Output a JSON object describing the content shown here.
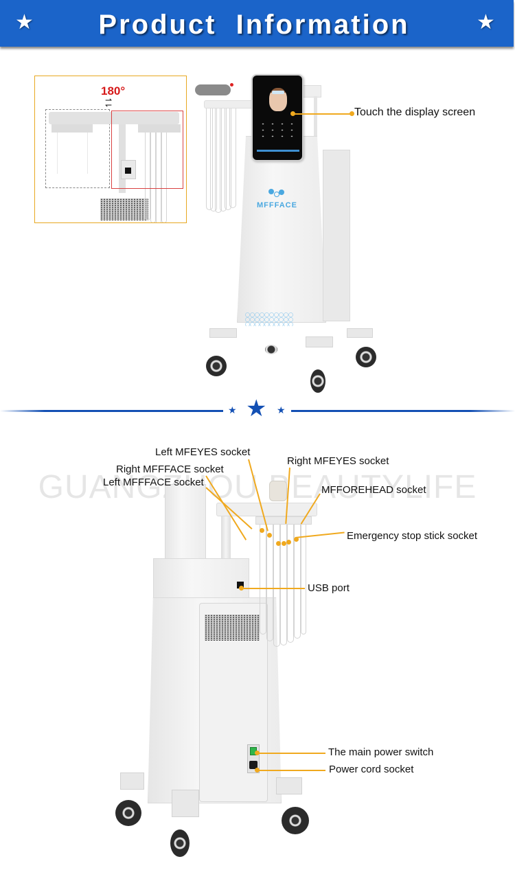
{
  "header": {
    "title": "Product Information",
    "left_icon": "star-icon",
    "right_icon": "star-icon",
    "background_color": "#1b64c9"
  },
  "top_section": {
    "inset": {
      "rotation_label": "180°",
      "rotation_icon": "swap-arrows-icon",
      "border_color": "#e8a820",
      "rotation_color": "#d61a1a"
    },
    "device_brand": "MFFFACE",
    "callouts": [
      {
        "label": "Touch the display screen"
      }
    ]
  },
  "divider": {
    "icons": [
      "small-star-icon",
      "large-star-icon",
      "small-star-icon"
    ],
    "color": "#1350b4"
  },
  "bottom_section": {
    "watermark": "GUANGZHOU BEAUTYLIFE",
    "callouts": [
      {
        "label": "Left MFEYES socket"
      },
      {
        "label": "Right MFEYES socket"
      },
      {
        "label": "Right MFFFACE socket"
      },
      {
        "label": "Left MFFFACE socket"
      },
      {
        "label": "MFFOREHEAD socket"
      },
      {
        "label": "Emergency stop stick socket"
      },
      {
        "label": "USB port"
      },
      {
        "label": "The main power switch"
      },
      {
        "label": "Power cord socket"
      }
    ],
    "callout_color": "#f0a91e"
  }
}
